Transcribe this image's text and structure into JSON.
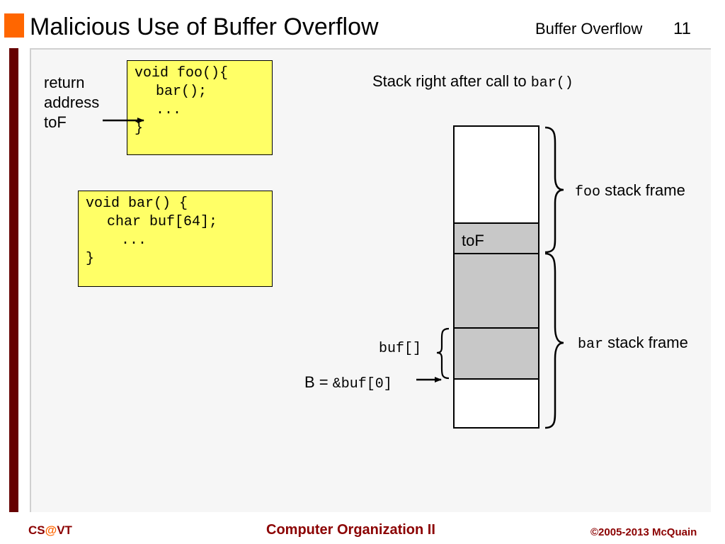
{
  "header": {
    "title": "Malicious Use of Buffer Overflow",
    "topic": "Buffer Overflow",
    "slide_number": "11"
  },
  "code": {
    "foo": [
      "void foo(){",
      "bar();",
      "...",
      "}"
    ],
    "bar": [
      "void bar() {",
      "char buf[64];",
      "...",
      "}"
    ]
  },
  "annotations": {
    "return_line1": "return",
    "return_line2": "address",
    "return_line3": "toF",
    "stack_caption_text": "Stack right after call to ",
    "stack_caption_code": "bar()",
    "tof_cell": "toF",
    "foo_frame_code": "foo",
    "foo_frame_text": " stack frame",
    "bar_frame_code": "bar",
    "bar_frame_text": " stack frame",
    "buf_label": "buf[]",
    "b_label_text": "B = ",
    "b_label_code": "&buf[0]"
  },
  "footer": {
    "left_cs": "CS",
    "left_at": "@",
    "left_vt": "VT",
    "center": "Computer Organization II",
    "right": "©2005-2013 McQuain"
  },
  "colors": {
    "accent": "#ff6600",
    "bar": "#660000",
    "code_bg": "#ffff66",
    "cell_gray": "#c8c8c8",
    "footer_text": "#8b0000"
  }
}
